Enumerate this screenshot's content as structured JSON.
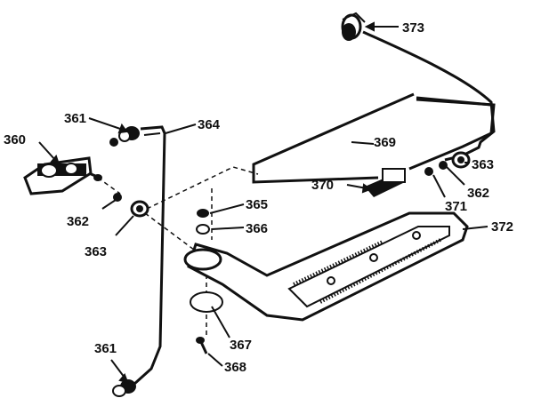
{
  "parts": {
    "p360": "360",
    "p361_top": "361",
    "p361_bottom": "361",
    "p362_left": "362",
    "p362_right": "362",
    "p363_left": "363",
    "p363_right": "363",
    "p364": "364",
    "p365": "365",
    "p366": "366",
    "p367": "367",
    "p368": "368",
    "p369": "369",
    "p370": "370",
    "p371": "371",
    "p372": "372",
    "p373": "373"
  }
}
